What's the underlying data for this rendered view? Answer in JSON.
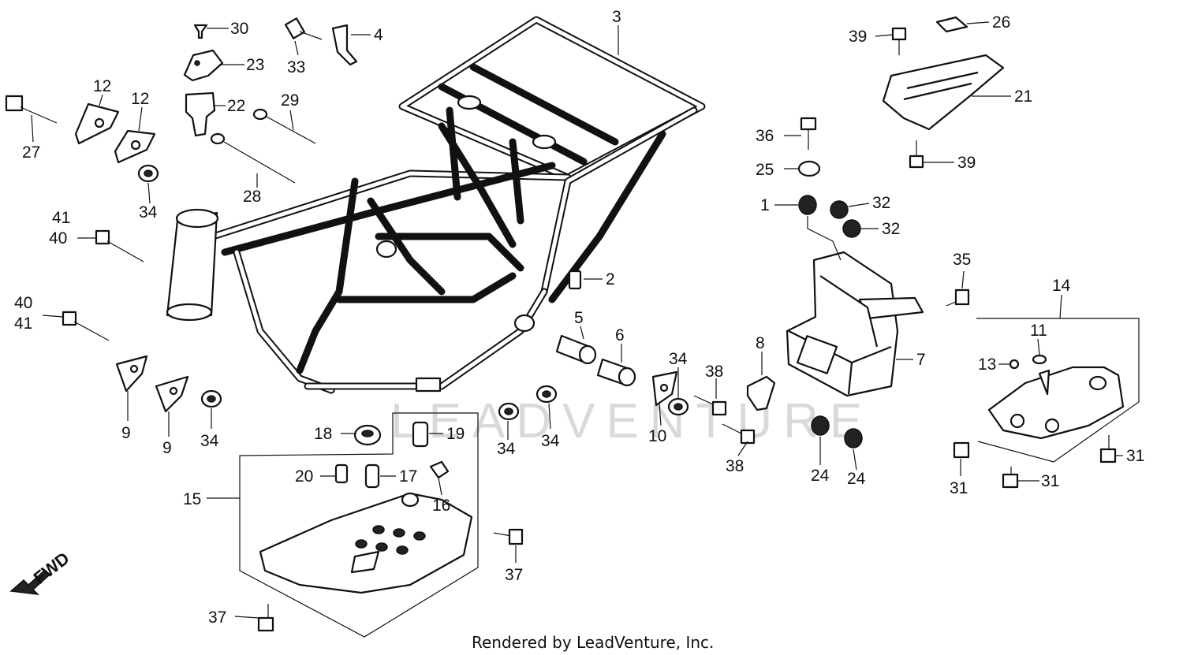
{
  "diagram": {
    "watermark": "LEADVENTURE",
    "footer": "Rendered by LeadVenture, Inc.",
    "direction_label": "FWD",
    "callouts": {
      "c1": "1",
      "c2": "2",
      "c3": "3",
      "c4": "4",
      "c5": "5",
      "c6": "6",
      "c7": "7",
      "c8": "8",
      "c9a": "9",
      "c9b": "9",
      "c10": "10",
      "c11": "11",
      "c12a": "12",
      "c12b": "12",
      "c13": "13",
      "c14": "14",
      "c15": "15",
      "c16": "16",
      "c17": "17",
      "c18": "18",
      "c19": "19",
      "c20": "20",
      "c21": "21",
      "c22": "22",
      "c23": "23",
      "c24a": "24",
      "c24b": "24",
      "c25": "25",
      "c26": "26",
      "c27": "27",
      "c28": "28",
      "c29": "29",
      "c30": "30",
      "c31a": "31",
      "c31b": "31",
      "c31c": "31",
      "c32a": "32",
      "c32b": "32",
      "c33": "33",
      "c34a": "34",
      "c34b": "34",
      "c34c": "34",
      "c34d": "34",
      "c34e": "34",
      "c35": "35",
      "c36": "36",
      "c37a": "37",
      "c37b": "37",
      "c38a": "38",
      "c38b": "38",
      "c39a": "39",
      "c39b": "39",
      "c40a": "40",
      "c40b": "40",
      "c41a": "41",
      "c41b": "41"
    }
  }
}
